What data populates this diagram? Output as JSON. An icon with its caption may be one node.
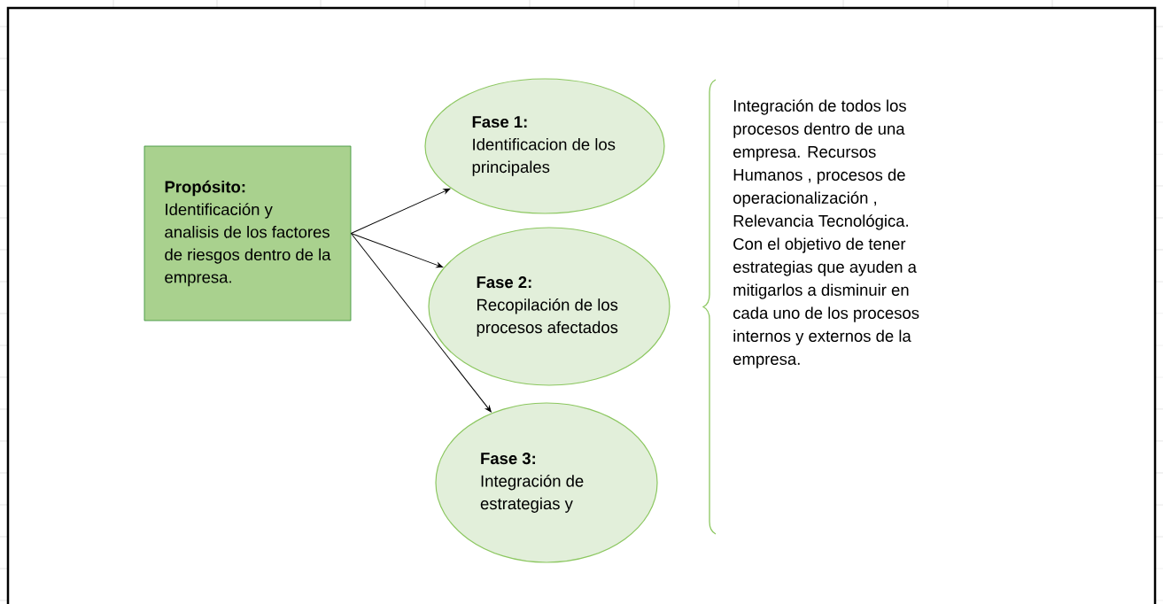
{
  "diagram": {
    "nodes": [
      {
        "text": [
          "Propósito:",
          "Identificación y analisis de los factores de riesgos dentro de la empresa."
        ]
      },
      {
        "text": [
          "Fase 1:",
          "Identificacion de los principales"
        ]
      },
      {
        "text": [
          "Fase 2:",
          "Recopilación de los procesos afectados"
        ]
      },
      {
        "text": [
          "Fase 3:",
          "Integración de estrategias y"
        ]
      }
    ],
    "edges": [
      {
        "from": 0,
        "to": 1,
        "arrow": "to"
      },
      {
        "from": 0,
        "to": 2,
        "arrow": "to"
      },
      {
        "from": 0,
        "to": 3,
        "arrow": "to"
      }
    ],
    "labels": [
      "Integración de todos los procesos dentro de una empresa. Recursos Humanos , procesos de operacionalización , Relevancia Tecnológica. Con el objetivo de tener estrategias que ayuden a mitigarlos a disminuir en cada uno de los procesos internos y externos de la empresa."
    ]
  }
}
